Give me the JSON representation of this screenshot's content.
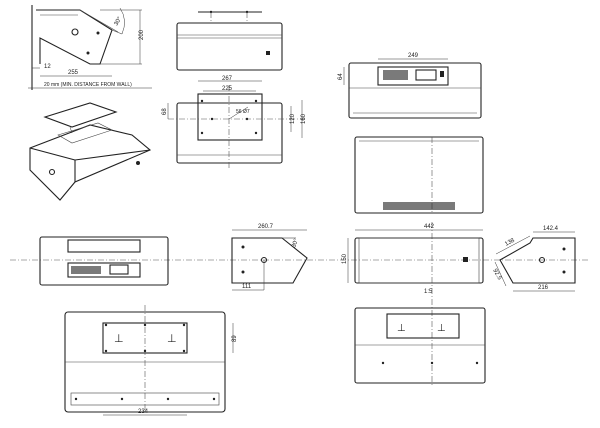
{
  "drawing": {
    "side_view": {
      "width": "255",
      "offset": "12",
      "height": "200",
      "angle": "30°",
      "wall_note": "20 mm (MIN. DISTANCE FROM WALL)"
    },
    "bracket_view": {
      "outer": "267",
      "inner": "225",
      "offset": "68",
      "hole": "56 Ø7",
      "inner_height": "120",
      "outer_height": "160"
    },
    "rear_panel_view": {
      "panel_width": "249",
      "panel_height": "64"
    },
    "profile_view": {
      "depth": "260.7",
      "angle": "30°",
      "axis": "111"
    },
    "front_view": {
      "width": "442",
      "height": "150",
      "scale": "1:5"
    },
    "angled_view": {
      "top": "142.4",
      "slant": "138",
      "bottom_slant": "92.5",
      "base": "216"
    },
    "bottom_view": {
      "plate_height": "89",
      "plate_width": "234"
    }
  }
}
